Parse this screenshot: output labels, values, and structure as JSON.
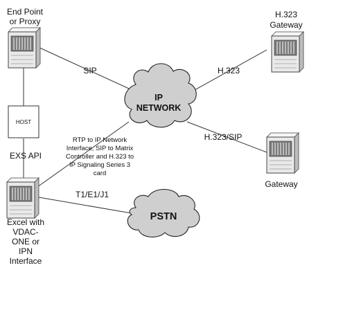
{
  "nodes": {
    "endpoint": {
      "label_lines": [
        "End Point",
        "or Proxy"
      ]
    },
    "h323_gateway": {
      "label_lines": [
        "H.323",
        "Gateway"
      ]
    },
    "gateway": {
      "label_lines": [
        "Gateway"
      ]
    },
    "host": {
      "label": "HOST"
    },
    "excel": {
      "label_lines": [
        "Excel with",
        "VDAC-",
        "ONE or",
        "IPN",
        "Interface"
      ]
    },
    "ip_network": {
      "label_lines": [
        "IP",
        "NETWORK"
      ]
    },
    "pstn": {
      "label": "PSTN"
    }
  },
  "links": {
    "sip": "SIP",
    "h323": "H.323",
    "h323_sip": "H.323/SIP",
    "exs_api": "EXS API",
    "t1e1j1": "T1/E1/J1",
    "rtp_note_lines": [
      "RTP to IP Network",
      "Interface, SIP to Matrix",
      "Controller and  H.323 to",
      "IP Signaling Series 3",
      "card"
    ]
  },
  "icons": {
    "server": "rack-server-icon",
    "cloud": "network-cloud-icon"
  },
  "colors": {
    "cloud_fill": "#cfcfcf",
    "server_body": "#e9e9e9",
    "server_panel": "#7a7a7a",
    "line": "#333333"
  }
}
